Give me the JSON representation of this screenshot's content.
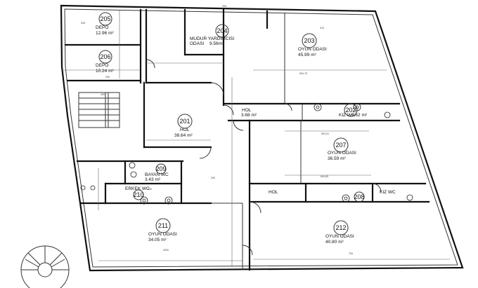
{
  "rooms": [
    {
      "id": "205",
      "num": "205",
      "name": "DEPO",
      "area": "12.96 m²"
    },
    {
      "id": "206",
      "num": "206",
      "name": "DEPO",
      "area": "10.24 m²"
    },
    {
      "id": "204",
      "num": "204",
      "name": "MUDUR YARDIMCISI",
      "name2": "ODASI",
      "area": "9.56m²"
    },
    {
      "id": "203",
      "num": "203",
      "name": "OYUN ODASI",
      "area": "45.99 m²"
    },
    {
      "id": "201",
      "num": "201",
      "name": "HOL",
      "area": "38.64 m²"
    },
    {
      "id": "hol-a",
      "num": "",
      "name": "HOL",
      "area": "3.68 m²"
    },
    {
      "id": "202",
      "num": "202",
      "name": "KIZ WC",
      "area": "6.62 m²"
    },
    {
      "id": "207",
      "num": "207",
      "name": "OYUN ODASI",
      "area": "36.59 m²"
    },
    {
      "id": "209",
      "num": "209",
      "name": "BAYAN WC",
      "area": "3.43 m²"
    },
    {
      "id": "210",
      "num": "210",
      "name": "ERKEK WC",
      "area": ""
    },
    {
      "id": "hol-b",
      "num": "",
      "name": "HOL",
      "area": ""
    },
    {
      "id": "208",
      "num": "208",
      "name": "KIZ WC",
      "area": ""
    },
    {
      "id": "211",
      "num": "211",
      "name": "OYUN ODASI",
      "area": "34.05 m²"
    },
    {
      "id": "212",
      "num": "212",
      "name": "OYUN ODASI",
      "area": "40.80 m²"
    }
  ],
  "dims": [
    "435",
    "306",
    "413",
    "290",
    "289",
    "604,75",
    "603,01",
    "200",
    "604,85",
    "290",
    "4030",
    "754"
  ]
}
